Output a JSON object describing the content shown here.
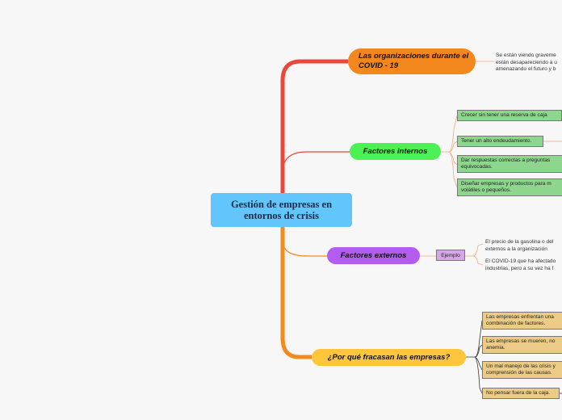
{
  "root": {
    "title": "Gestión de empresas en entornos de crisis"
  },
  "branches": [
    {
      "label": "Las organizaciones durante el COVID - 19",
      "notes": [
        "Se están viendo graveme",
        "están desapareciendo a u",
        "amenazando el futuro y b"
      ]
    },
    {
      "label": "Factores internos",
      "items": [
        "Crecer sin tener una reserva de caja",
        "Tener un alto endeudamiento.",
        "Dar respuestas correctas a preguntas equivocadas.",
        "Diseñar empresas y productos para m volátiles o pequeños."
      ]
    },
    {
      "label": "Factores externos",
      "tag": "Ejemplo",
      "notes": [
        "El precio de la gasolina o del externos a la organización",
        "El COVID-19 que ha afectado industrias, pero a su vez ha f"
      ]
    },
    {
      "label": "¿Por qué fracasan las empresas?",
      "items": [
        "Las empresas enfrentan una combinación de factores.",
        "Las empresas se mueren, no anemia.",
        "Un mal manejo de las crisis y comprensión de las causas.",
        "No pensar fuera de la caja."
      ]
    }
  ],
  "colors": {
    "background": "#f7f7f7",
    "root": "#62c6fc",
    "covid": "#f2871d",
    "internos": "#4cf255",
    "externos": "#b45cf2",
    "fracasan": "#ffc53d"
  }
}
